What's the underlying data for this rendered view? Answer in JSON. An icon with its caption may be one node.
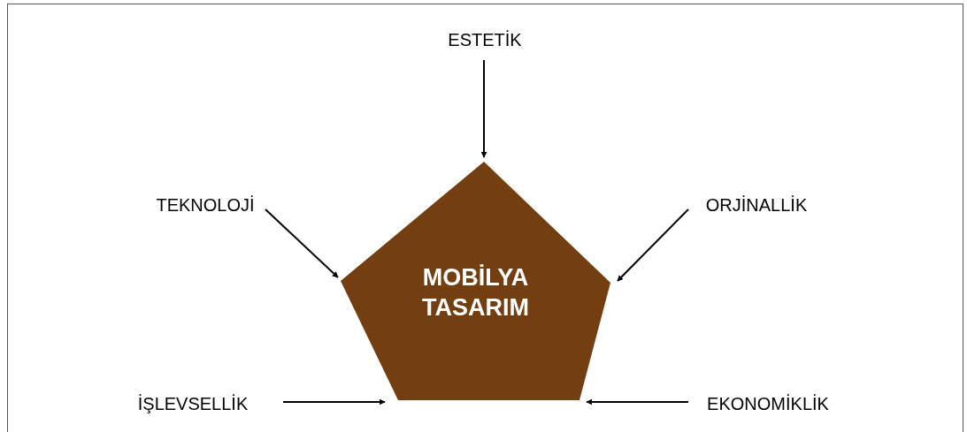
{
  "diagram": {
    "nodes": [
      {
        "text": [
          "MOBİLYA TASARIM"
        ]
      },
      {
        "text": [
          "ESTETİK"
        ]
      },
      {
        "text": [
          "TEKNOLOJİ"
        ]
      },
      {
        "text": [
          "ORJİNALLİK"
        ]
      },
      {
        "text": [
          "İŞLEVSELLİK"
        ]
      },
      {
        "text": [
          "EKONOMİKLİK"
        ]
      }
    ],
    "edges": [
      {
        "from": 1,
        "to": 0,
        "arrow": "to"
      },
      {
        "from": 2,
        "to": 0,
        "arrow": "to"
      },
      {
        "from": 3,
        "to": 0,
        "arrow": "to"
      },
      {
        "from": 4,
        "to": 0,
        "arrow": "to"
      },
      {
        "from": 5,
        "to": 0,
        "arrow": "to"
      }
    ]
  }
}
